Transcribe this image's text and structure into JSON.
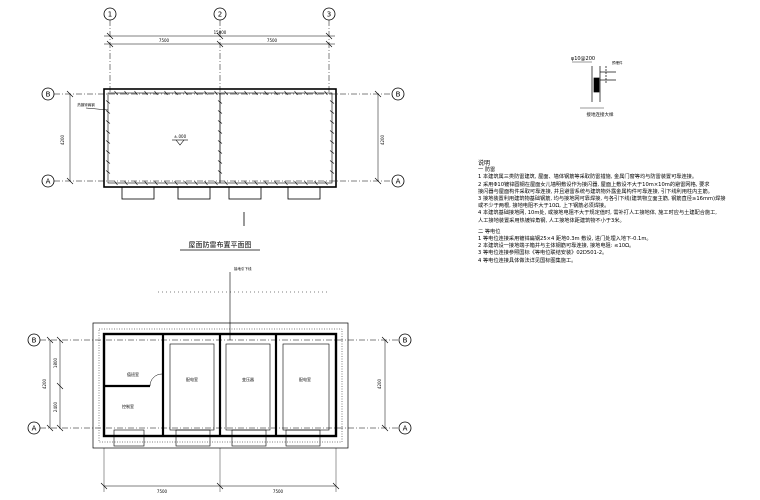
{
  "plan_roof": {
    "title": "屋面防雷布置平面图",
    "axes_x": [
      "1",
      "2",
      "3"
    ],
    "axes_y": [
      "B",
      "A"
    ],
    "dims": [
      "7500",
      "7500",
      "15000"
    ],
    "side_dim": "4200",
    "center_label": "±.000",
    "note": "热镀锌扁钢"
  },
  "plan_ground": {
    "axes_y": [
      "B",
      "A"
    ],
    "dims": [
      "7500",
      "7500"
    ],
    "side_dims": [
      "4200",
      "1800",
      "2400"
    ],
    "rooms": [
      "值班室",
      "配电室",
      "变压器",
      "配电室",
      "控制室"
    ],
    "leader": "接地引下线"
  },
  "detail": {
    "label": "φ10@200",
    "sub_label": "预埋件",
    "title": "接地连接大样"
  },
  "notes": {
    "heading": "说明",
    "section1": "一 防雷",
    "s1_lines": [
      "1 本建筑属三类防雷建筑, 屋面、墙体钢筋等采取防雷措施, 金属门窗等均与防雷装置可靠连接。",
      "2 采用Φ10镀锌圆钢在屋面女儿墙明敷设作为接闪器, 屋面上敷设不大于10m×10m的避雷网格, 要求",
      "接闪器与屋面构件采取可靠连接, 并且避雷系统与建筑物外露金属构件可靠连接, 引下线利用柱内主筋。",
      "3 接地装置利用建筑物基础钢筋, 均与接地网可靠焊接, 与各引下线(建筑物立面主筋, 钢筋直径≥16mm)焊接",
      "或不少于两根, 接地电阻不大于10Ω, 上下钢筋必须焊接。",
      "4 本建筑基础接地网, 10m处, 或接地电阻不大于规定值时, 需补打人工接地体, 施工时应与土建配合施工,",
      "人工接地装置采用热镀锌角钢, 人工接地体距建筑物不小于3米。"
    ],
    "section2": "二 等电位",
    "s2_lines": [
      "1 等电位连接采用镀锌扁钢25×4 距地0.3m 敷设, 进门处埋入地下-0.1m。",
      "2 本建筑设一接地端子箱并与主体钢筋可靠连接, 接地电阻: ≤10Ω。",
      "3 等电位连接参照国标《等电位联结安装》02D501-2。",
      "4 等电位连接具体做法详见国标图集施工。"
    ]
  }
}
